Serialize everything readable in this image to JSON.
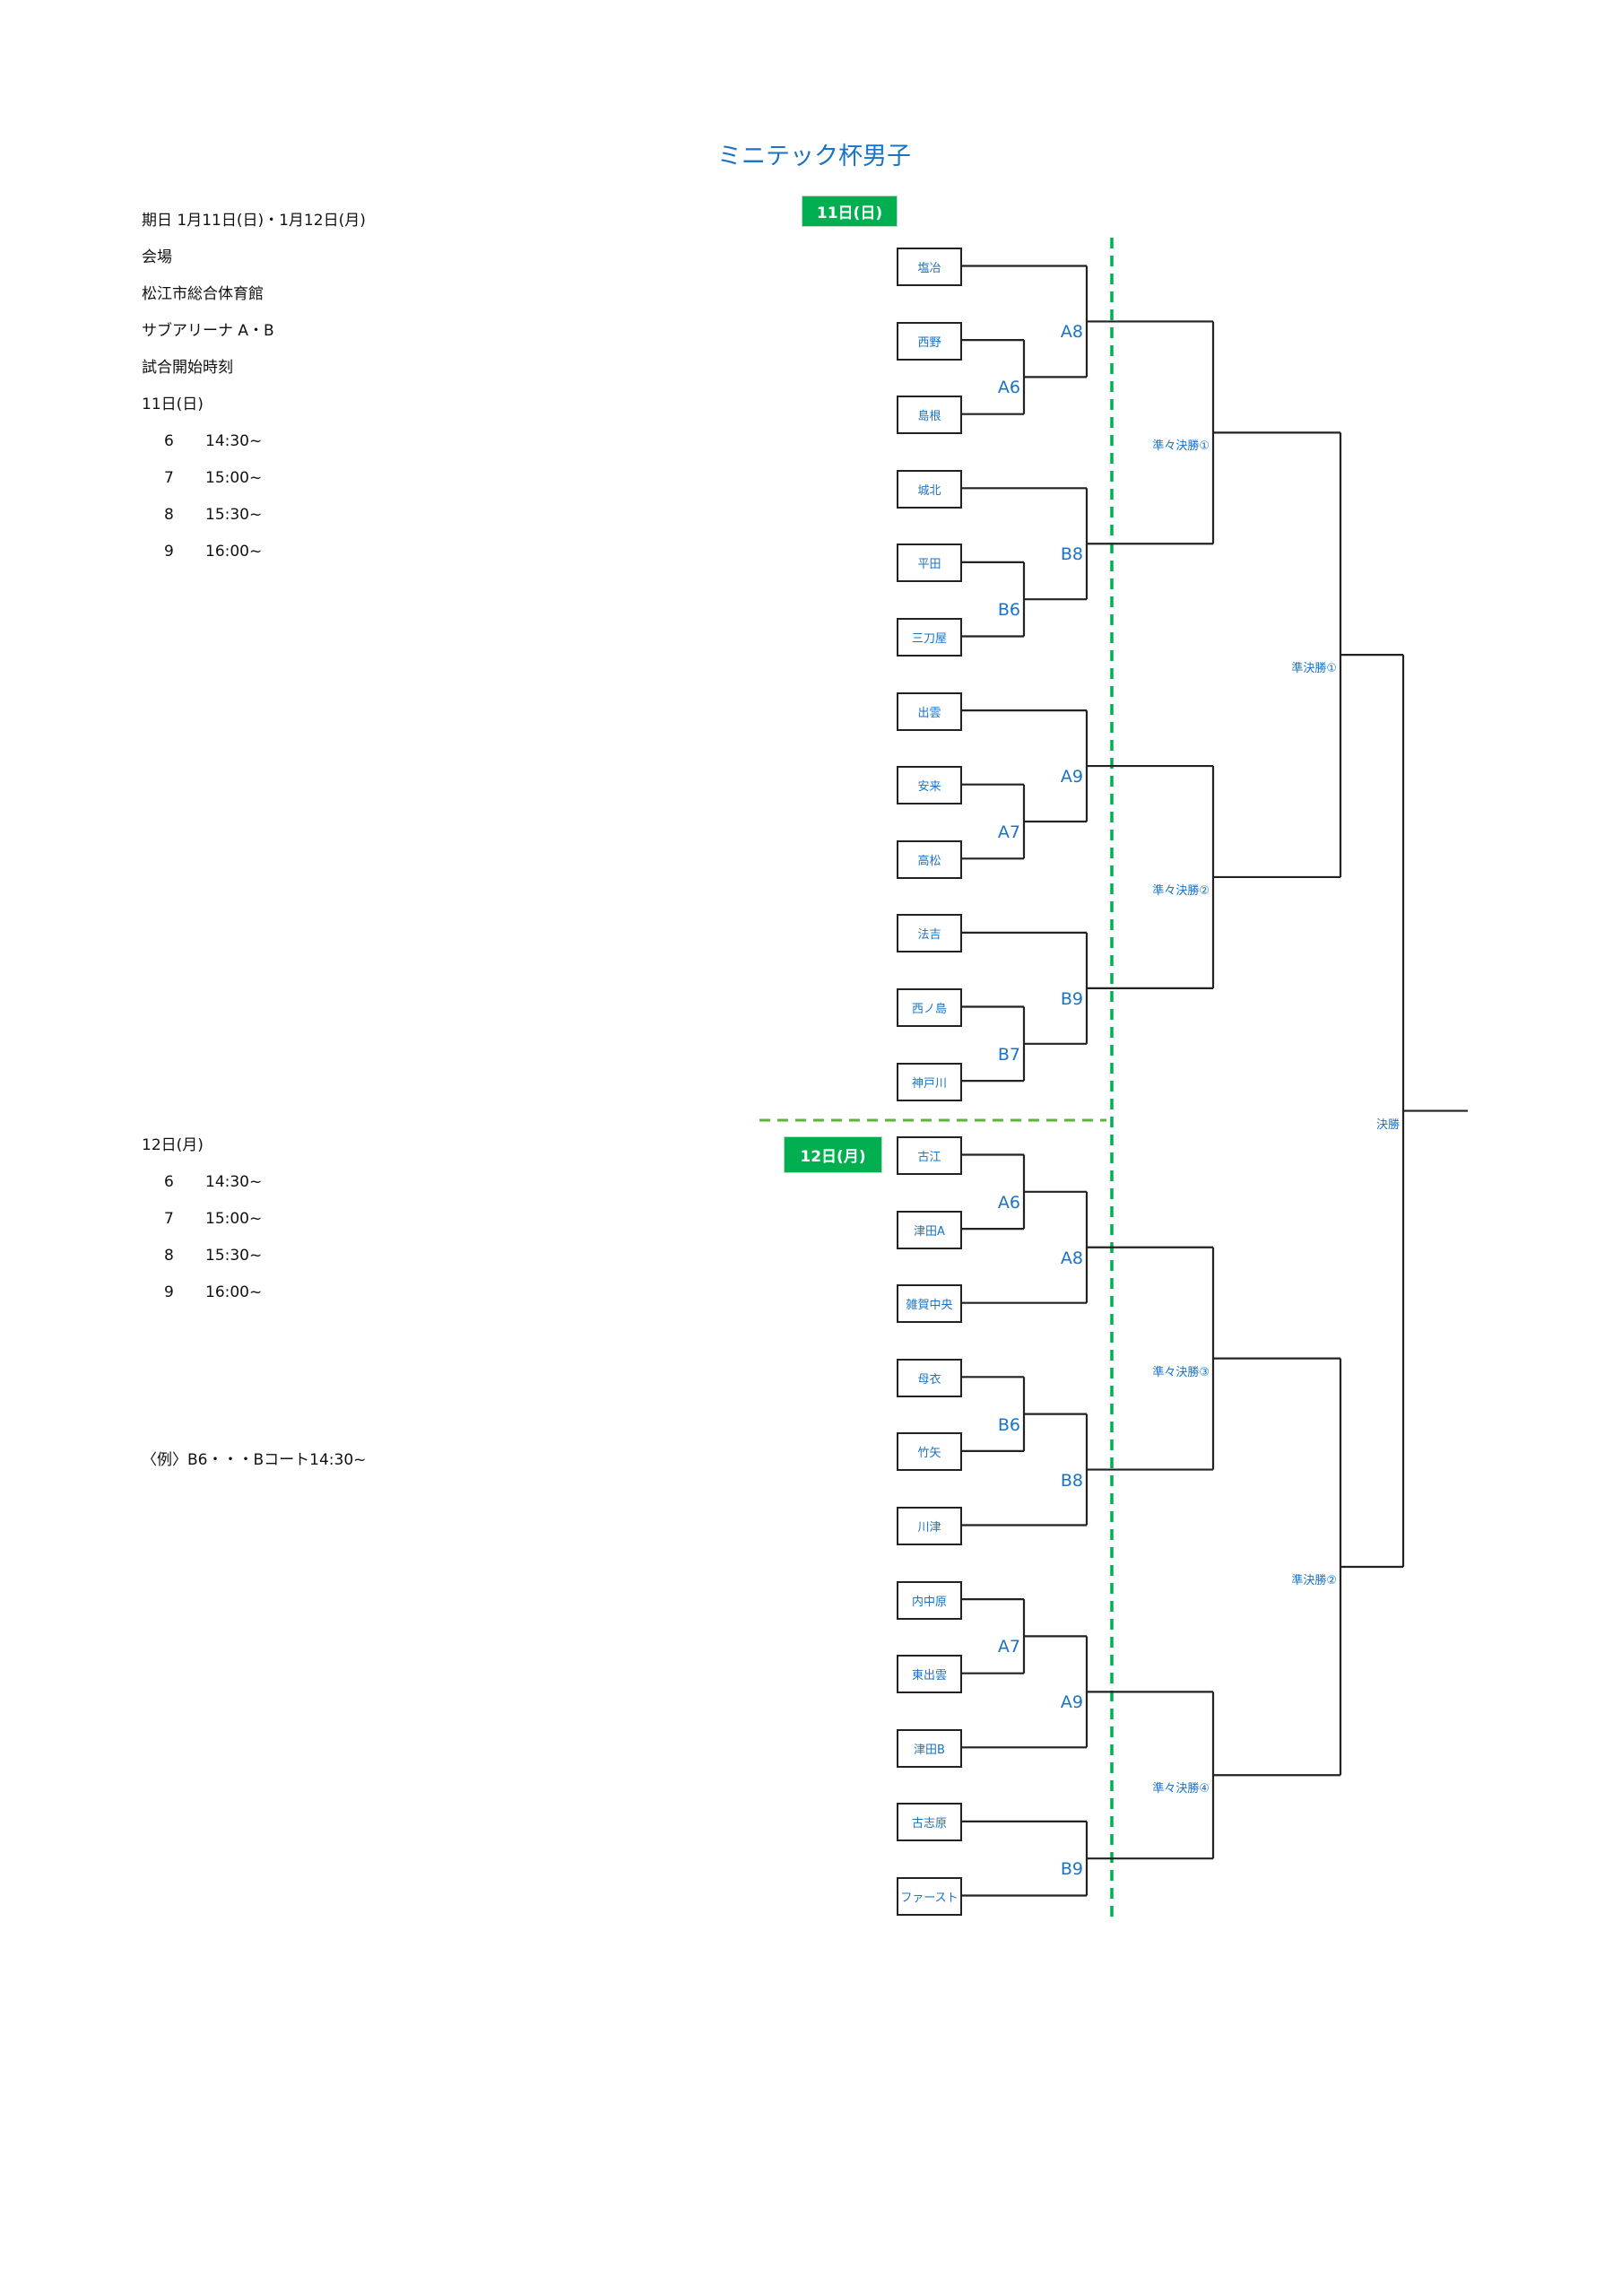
{
  "title": "ミニテック杯男子",
  "day_badges": {
    "day1": "11日(日)",
    "day2": "12日(月)"
  },
  "info": {
    "date_line": "期日  1月11日(日)・1月12日(月)",
    "venue_label": "会場",
    "venue_name": "松江市総合体育館",
    "venue_arena": "サブアリーナ A・B",
    "start_times_label": "試合開始時刻",
    "day1_label": "11日(日)",
    "day1_schedule": [
      {
        "match": "6",
        "time": "14:30~"
      },
      {
        "match": "7",
        "time": "15:00~"
      },
      {
        "match": "8",
        "time": "15:30~"
      },
      {
        "match": "9",
        "time": "16:00~"
      }
    ],
    "day2_label": "12日(月)",
    "day2_schedule": [
      {
        "match": "6",
        "time": "14:30~"
      },
      {
        "match": "7",
        "time": "15:00~"
      },
      {
        "match": "8",
        "time": "15:30~"
      },
      {
        "match": "9",
        "time": "16:00~"
      }
    ],
    "example_note": "〈例〉B6・・・Bコート14:30~"
  },
  "bracket": {
    "day1_teams": [
      "塩冶",
      "西野",
      "島根",
      "城北",
      "平田",
      "三刀屋",
      "出雲",
      "安来",
      "高松",
      "法吉",
      "西ノ島",
      "神戸川"
    ],
    "day2_teams": [
      "古江",
      "津田A",
      "雑賀中央",
      "母衣",
      "竹矢",
      "川津",
      "内中原",
      "東出雲",
      "津田B",
      "古志原",
      "ファースト"
    ],
    "first_round": [
      {
        "id": "d1A6",
        "label": "A6",
        "a": "t1_1",
        "b": "t1_2"
      },
      {
        "id": "d1A8",
        "label": "A8",
        "a": "t1_0",
        "b": "d1A6"
      },
      {
        "id": "d1B6",
        "label": "B6",
        "a": "t1_4",
        "b": "t1_5"
      },
      {
        "id": "d1B8",
        "label": "B8",
        "a": "t1_3",
        "b": "d1B6"
      },
      {
        "id": "d1A7",
        "label": "A7",
        "a": "t1_7",
        "b": "t1_8"
      },
      {
        "id": "d1A9",
        "label": "A9",
        "a": "t1_6",
        "b": "d1A7"
      },
      {
        "id": "d1B7",
        "label": "B7",
        "a": "t1_10",
        "b": "t1_11"
      },
      {
        "id": "d1B9",
        "label": "B9",
        "a": "t1_9",
        "b": "d1B7"
      },
      {
        "id": "d2A6",
        "label": "A6",
        "a": "t2_0",
        "b": "t2_1"
      },
      {
        "id": "d2A8",
        "label": "A8",
        "a": "d2A6",
        "b": "t2_2"
      },
      {
        "id": "d2B6",
        "label": "B6",
        "a": "t2_3",
        "b": "t2_4"
      },
      {
        "id": "d2B8",
        "label": "B8",
        "a": "d2B6",
        "b": "t2_5"
      },
      {
        "id": "d2A7",
        "label": "A7",
        "a": "t2_6",
        "b": "t2_7"
      },
      {
        "id": "d2A9",
        "label": "A9",
        "a": "d2A7",
        "b": "t2_8"
      },
      {
        "id": "d2B9",
        "label": "B9",
        "a": "t2_9",
        "b": "t2_10"
      }
    ],
    "quarterfinals": [
      {
        "id": "qf1",
        "label": "準々決勝①",
        "a": "d1A8",
        "b": "d1B8"
      },
      {
        "id": "qf2",
        "label": "準々決勝②",
        "a": "d1A9",
        "b": "d1B9"
      },
      {
        "id": "qf3",
        "label": "準々決勝③",
        "a": "d2A8",
        "b": "d2B8"
      },
      {
        "id": "qf4",
        "label": "準々決勝④",
        "a": "d2A9",
        "b": "d2B9"
      }
    ],
    "semifinals": [
      {
        "id": "sf1",
        "label": "準決勝①",
        "a": "qf1",
        "b": "qf2"
      },
      {
        "id": "sf2",
        "label": "準決勝②",
        "a": "qf3",
        "b": "qf4"
      }
    ],
    "final": {
      "id": "final",
      "label": "決勝",
      "a": "sf1",
      "b": "sf2"
    }
  },
  "colors": {
    "accent_blue": "#1a73c4",
    "badge_green": "#00b050",
    "divider_vertical": "#00b050",
    "divider_horizontal": "#5fb33a",
    "line": "#222222"
  }
}
